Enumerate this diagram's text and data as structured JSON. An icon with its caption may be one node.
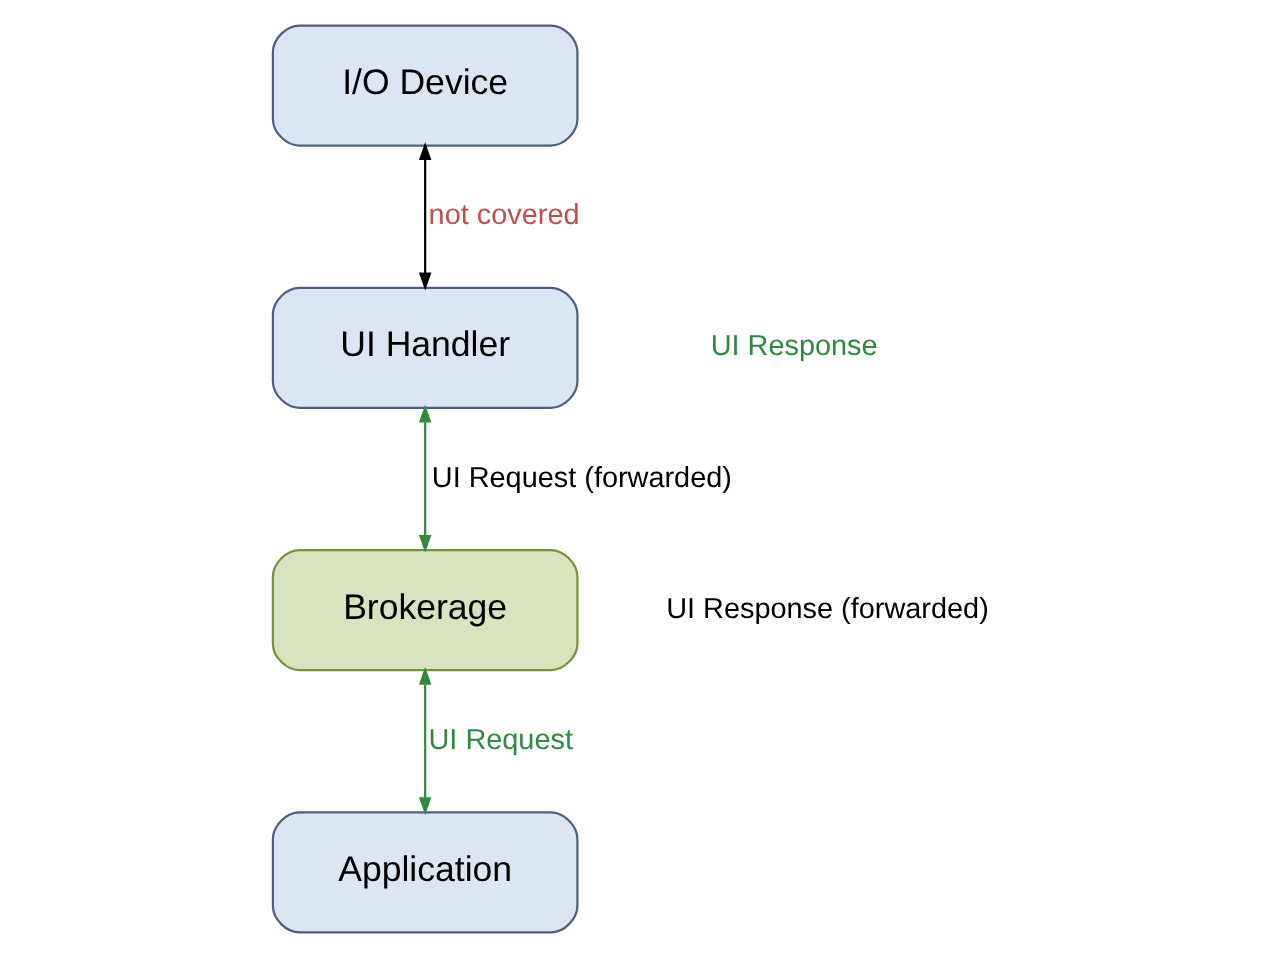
{
  "diagram": {
    "nodes": [
      {
        "text": [
          "I/O Device"
        ]
      },
      {
        "text": [
          "UI Handler"
        ]
      },
      {
        "text": [
          "Brokerage"
        ]
      },
      {
        "text": [
          "Application"
        ]
      }
    ],
    "edges": [
      {
        "from": 0,
        "to": 1,
        "arrow": "both",
        "label": "not covered",
        "color": "#000000"
      },
      {
        "from": 1,
        "to": 2,
        "arrow": "both",
        "label": "UI Request (forwarded)"
      },
      {
        "from": 2,
        "to": 3,
        "arrow": "both",
        "label": "UI Request"
      }
    ],
    "labels": [
      "UI Response",
      "UI Response (forwarded)"
    ]
  }
}
